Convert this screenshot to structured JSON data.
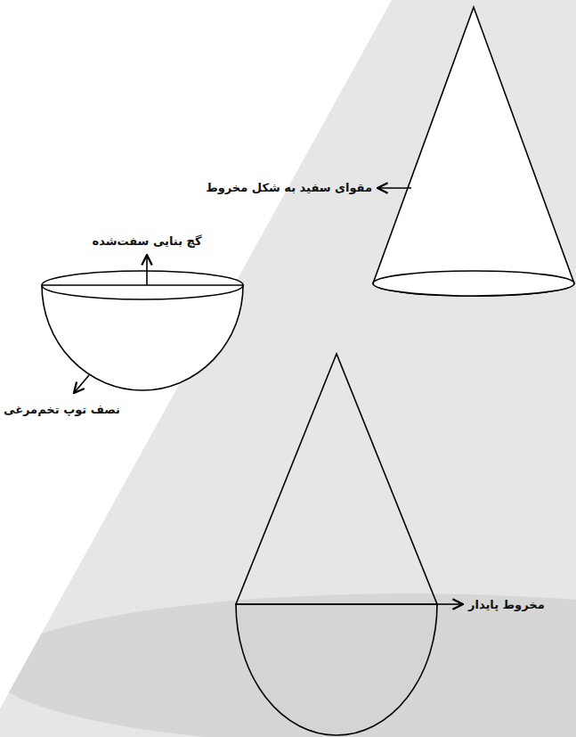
{
  "diagram": {
    "labels": [
      "مقوای سفید به شکل مخروط",
      "گچ بنایی سفت‌شده",
      "نصف توپ تخم‌مرغی",
      "مخروط پایدار"
    ]
  }
}
